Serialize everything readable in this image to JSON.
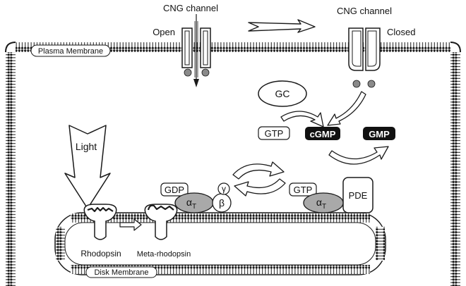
{
  "labels": {
    "cng_open_title": "CNG channel",
    "cng_closed_title": "CNG channel",
    "open": "Open",
    "closed": "Closed",
    "plasma_membrane": "Plasma Membrane",
    "disk_membrane": "Disk Membrane",
    "light": "Light",
    "gc": "GC",
    "gtp_top": "GTP",
    "cgmp": "cGMP",
    "gmp": "GMP",
    "gdp": "GDP",
    "alpha_t_left": "α",
    "alpha_t_left_sub": "T",
    "beta": "β",
    "gamma": "γ",
    "gtp_bottom": "GTP",
    "alpha_t_right": "α",
    "alpha_t_right_sub": "T",
    "pde": "PDE",
    "rhodopsin": "Rhodopsin",
    "meta_rhodopsin": "Meta-rhodopsin"
  },
  "colors": {
    "line": "#1a1a1a",
    "membrane_fill": "#bdbdbd",
    "subunit_fill": "#a9a9a9",
    "cgmp_dot": "#8a8a8a",
    "black_box": "#111111"
  }
}
